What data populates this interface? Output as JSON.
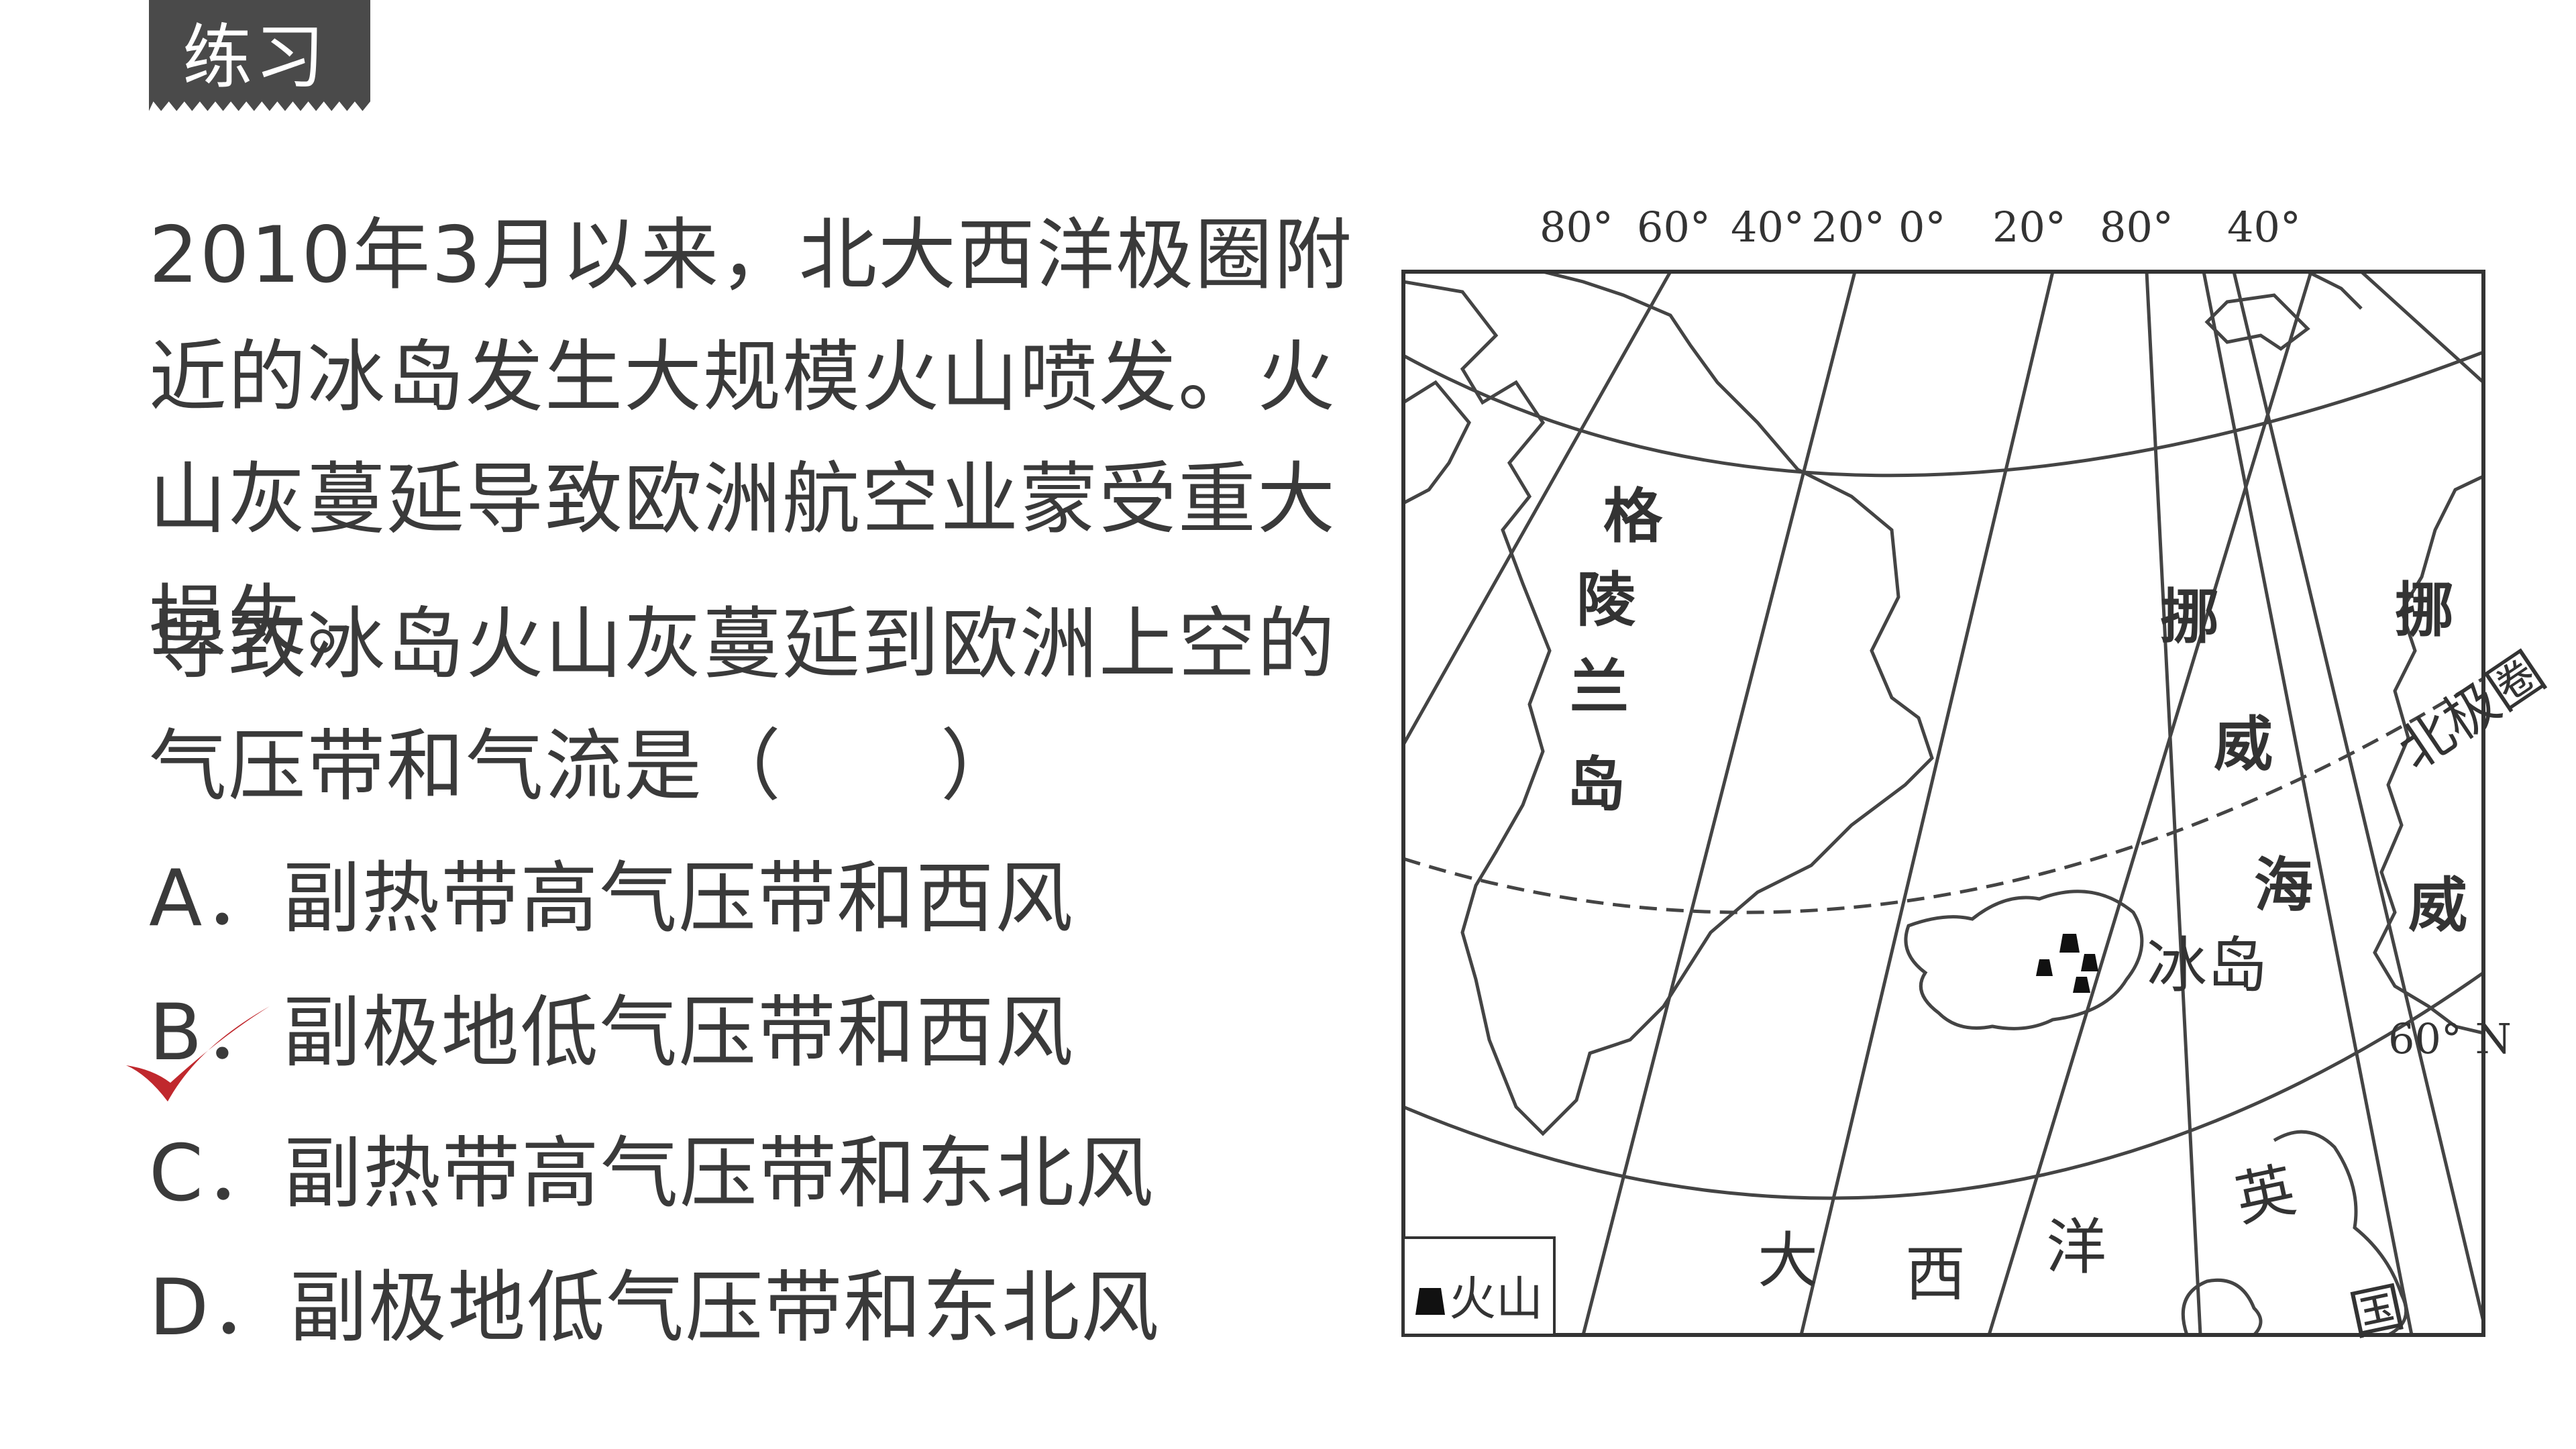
{
  "header": {
    "badge": "练习"
  },
  "intro": "2010年3月以来，北大西洋极圈附近的冰岛发生大规模火山喷发。火山灰蔓延导致欧洲航空业蒙受重大损失。",
  "question": "导致冰岛火山灰蔓延到欧洲上空的气压带和气流是（　　）",
  "options": [
    {
      "letter": "A",
      "text": "．副热带高气压带和西风"
    },
    {
      "letter": "B",
      "text": "．副极地低气压带和西风"
    },
    {
      "letter": "C",
      "text": "．副热带高气压带和东北风"
    },
    {
      "letter": "D",
      "text": "．副极地低气压带和东北风"
    }
  ],
  "answer_mark": {
    "option": "B",
    "color": "#c0282d",
    "icon": "checkmark-icon"
  },
  "map": {
    "longitude_labels": [
      "80°",
      "60°",
      "40°",
      "20°",
      "0°",
      "20°",
      "80°",
      "40°"
    ],
    "latitude_label": "60° N",
    "arctic_circle_label": "北极圈",
    "places": {
      "greenland": [
        "格",
        "陵",
        "兰",
        "岛"
      ],
      "norwegian_sea": [
        "挪",
        "威",
        "海"
      ],
      "norway": [
        "挪",
        "威"
      ],
      "iceland": "冰岛",
      "atlantic": [
        "大",
        "西",
        "洋"
      ],
      "britain": [
        "英",
        "国"
      ]
    },
    "legend": {
      "icon": "volcano-icon",
      "label": "火山"
    }
  }
}
